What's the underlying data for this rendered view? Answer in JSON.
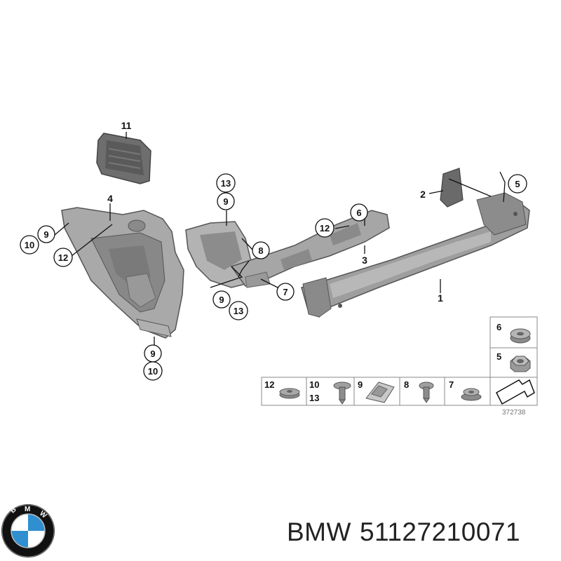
{
  "diagram": {
    "drawing_number": "372738",
    "callouts": {
      "c1": "1",
      "c2": "2",
      "c3": "3",
      "c4": "4",
      "c5": "5",
      "c6": "6",
      "c7": "7",
      "c8": "8",
      "c9a": "9",
      "c9b": "9",
      "c9c": "9",
      "c9d": "9",
      "c10a": "10",
      "c10b": "10",
      "c11": "11",
      "c12a": "12",
      "c12b": "12",
      "c13a": "13",
      "c13b": "13"
    },
    "legend": {
      "l6": "6",
      "l5": "5",
      "l12": "12",
      "l10": "10",
      "l13": "13",
      "l9": "9",
      "l8": "8",
      "l7": "7"
    }
  },
  "footer": {
    "brand": "BMW",
    "part_number": "51127210071"
  },
  "logo": {
    "letters": "BMW",
    "colors": {
      "blue": "#2f8fd0",
      "white": "#ffffff",
      "ring": "#111111"
    }
  }
}
